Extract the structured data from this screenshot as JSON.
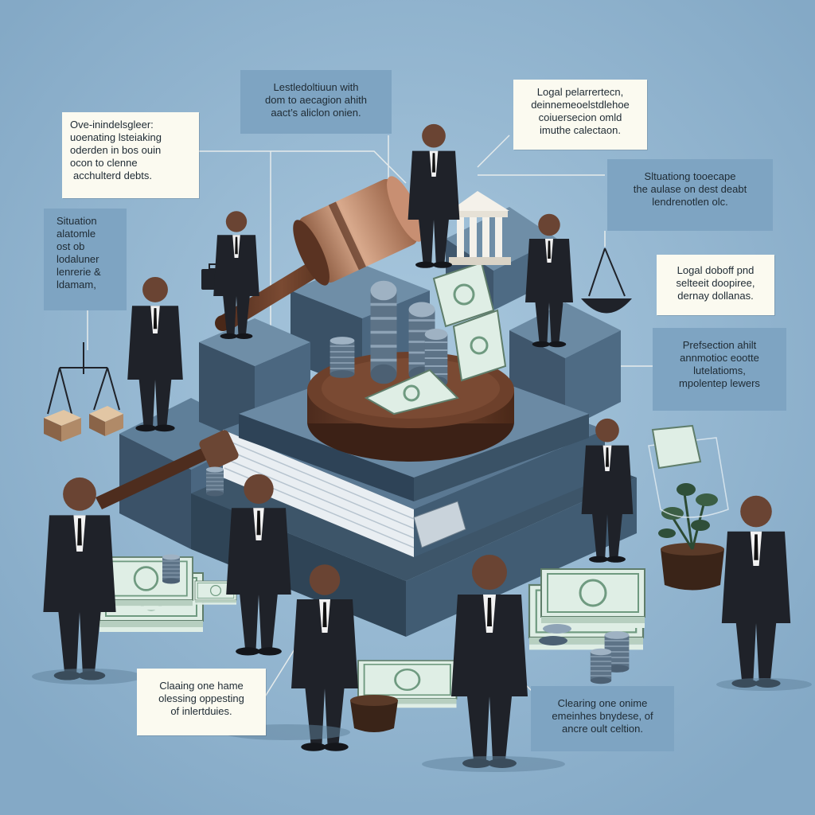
{
  "callouts": {
    "top_left": {
      "lines": [
        "Ove-inindelsgleer:",
        "uoenating lsteiaking",
        "oderden in bos ouin",
        "ocon to clenne",
        "acchulterd debts."
      ]
    },
    "top_center": {
      "lines": [
        "Lestledoltiuun with",
        "dom to aecagion ahith",
        "aact’s aliclon onien."
      ]
    },
    "top_right": {
      "lines": [
        "Logal pelarrertecn,",
        "deinnemeoelstdlehoe",
        "coiuersecion omld",
        "imuthe calectaon."
      ]
    },
    "right_upper": {
      "lines": [
        "Sltuationg tooecape",
        "the aulase on dest deabt",
        "lendrenotlen olc."
      ]
    },
    "left_mid": {
      "lines": [
        "Situation",
        "alatomle",
        "ost ob",
        "lodaluner",
        "lenrerie &",
        "ldamam,"
      ]
    },
    "right_mid": {
      "lines": [
        "Logal doboff pnd",
        "selteeit doopiree,",
        "dernay dollanas."
      ]
    },
    "right_lower": {
      "lines": [
        "Prefsection ahilt",
        "annmotioc eootte",
        "lutelatioms,",
        "mpolentep lewers"
      ]
    },
    "bottom_left": {
      "lines": [
        "Claaing one hame",
        "olessing oppesting",
        "of inlertduies."
      ]
    },
    "bottom_right": {
      "lines": [
        "Clearing one onime",
        "emeinhes bnydese, of",
        "ancre oult celtion."
      ]
    }
  },
  "icons": {
    "gavel": "gavel-icon",
    "scales": "scales-icon",
    "coins": "coin-stack-icon",
    "cash": "cash-stack-icon",
    "bank": "bank-building-icon",
    "plant": "potted-plant-icon",
    "briefcase": "briefcase-icon"
  },
  "colors": {
    "background": "#8fb3cf",
    "suit": "#1f2229",
    "skin": "#6a4433",
    "gavel_wood": "#6b3f2a",
    "gavel_head": "#c89478",
    "platform_top": "#4c6a82",
    "platform_side": "#33485c",
    "cash": "#dfeee5",
    "callout_light": "#fbfaf0",
    "callout_blue": "#7ea4c2"
  }
}
